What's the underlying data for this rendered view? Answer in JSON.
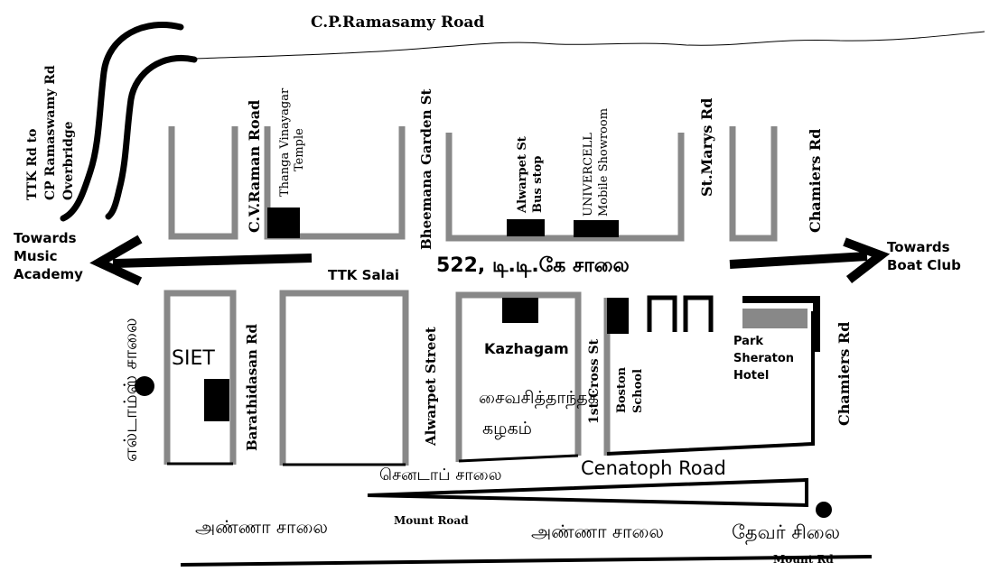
{
  "labels": {
    "cp_ramasamy_road": "C.P.Ramasamy Road",
    "overbridge": [
      "TTK Rd to",
      "CP Ramaswamy Rd",
      "Overbridge"
    ],
    "cv_raman_road": "C.V.Raman Road",
    "temple": [
      "Thanga Vinayagar",
      "Temple"
    ],
    "bheemana_garden_st": "Bheemana Garden St",
    "alwarpet_bus_stop": [
      "Alwarpet St",
      "Bus stop"
    ],
    "univercell": [
      "UNIVERCELL",
      "Mobile Showroom"
    ],
    "st_marys_rd": "St.Marys Rd",
    "chamiers_rd_top": "Chamiers Rd",
    "towards_music_academy": [
      "Towards",
      "Music",
      "Academy"
    ],
    "towards_boat_club": [
      "Towards",
      "Boat Club"
    ],
    "ttk_salai": "TTK Salai",
    "address_tamil": "522, டி.டி.கே சாலை",
    "eldams_salai": "எல்டாம்ஸ் சாலை",
    "siet": "SIET",
    "barathidasan_rd": "Barathidasan Rd",
    "alwarpet_street": "Alwarpet Street",
    "kazhagam": "Kazhagam",
    "saiva_tamil": [
      "சைவசித்தாந்தக்",
      "கழகம்"
    ],
    "first_cross_st": "1st Cross St",
    "boston_school": [
      "Boston",
      "School"
    ],
    "park_sheraton": [
      "Park",
      "Sheraton",
      "Hotel"
    ],
    "chamiers_rd_bottom": "Chamiers Rd",
    "cenotaph_tamil": "செனடாப் சாலை",
    "cenotaph_road": "Cenatoph Road",
    "anna_salai_left": "அண்ணா சாலை",
    "mount_road": "Mount Road",
    "anna_salai_right": "அண்ணா சாலை",
    "thevar_silai": "தேவர் சிலை",
    "mount_rd": "Mount Rd"
  },
  "colors": {
    "road": "#888888",
    "ink": "#000000"
  }
}
